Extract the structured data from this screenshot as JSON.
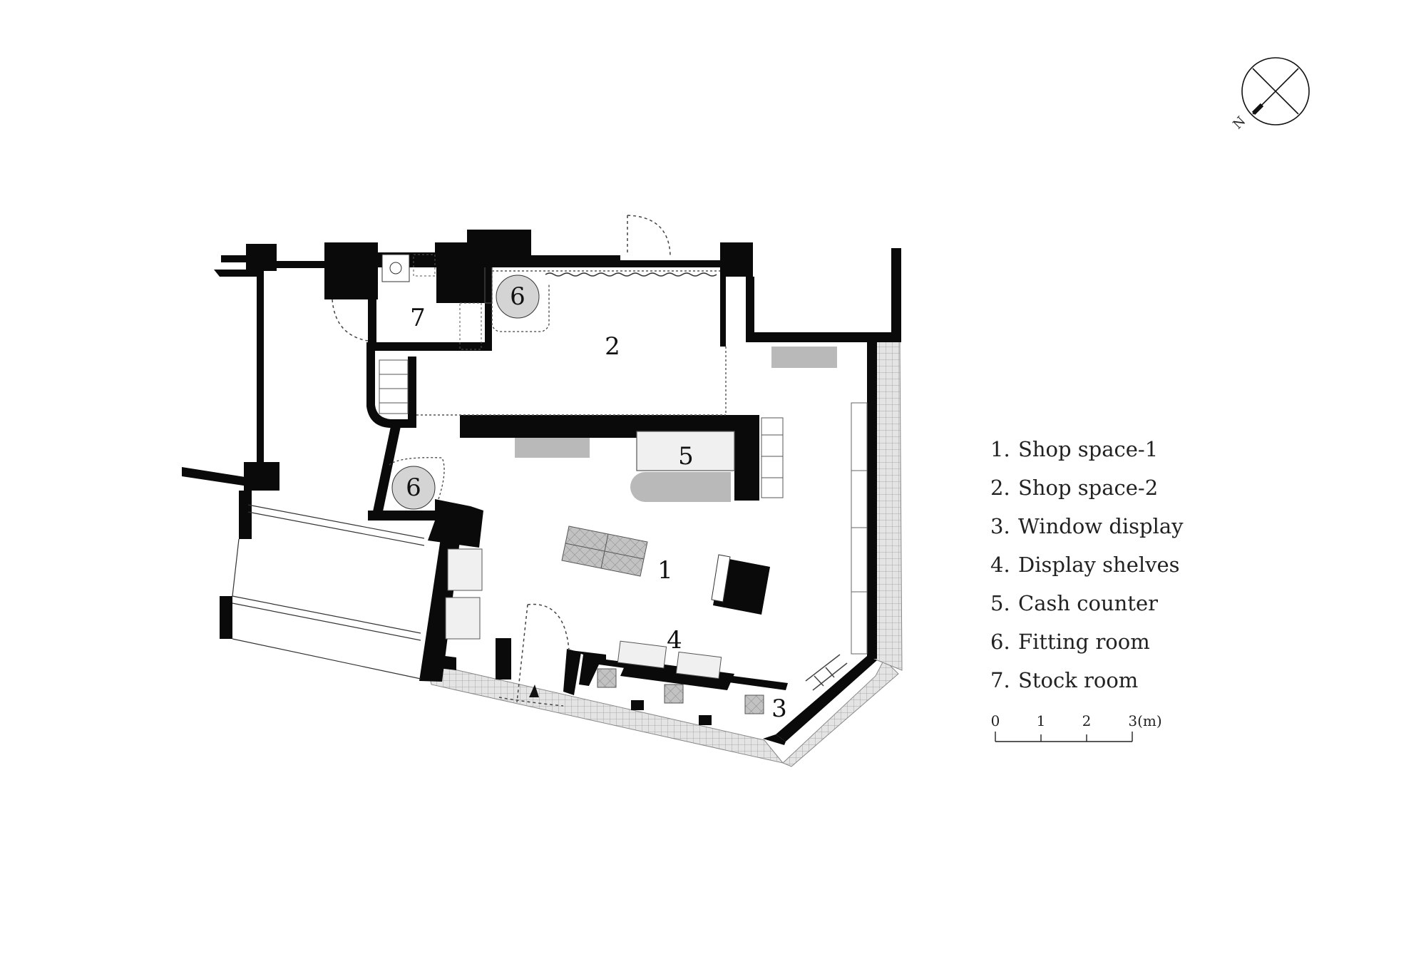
{
  "colors": {
    "wall": "#0a0a0a",
    "furniture": "#b9b9b9",
    "paving": "#dedede",
    "circle": "#d4d4d4",
    "line": "#333333"
  },
  "compass": {
    "north_letter": "N"
  },
  "room_numbers": {
    "r1": "1",
    "r2": "2",
    "r3": "3",
    "r4": "4",
    "r5": "5",
    "r6a": "6",
    "r6b": "6",
    "r7": "7"
  },
  "legend": {
    "items": [
      {
        "num": "1.",
        "label": "Shop space-1"
      },
      {
        "num": "2.",
        "label": "Shop space-2"
      },
      {
        "num": "3.",
        "label": "Window display"
      },
      {
        "num": "4.",
        "label": "Display shelves"
      },
      {
        "num": "5.",
        "label": "Cash counter"
      },
      {
        "num": "6.",
        "label": "Fitting room"
      },
      {
        "num": "7.",
        "label": "Stock room"
      }
    ]
  },
  "scale_bar": {
    "ticks": [
      "0",
      "1",
      "2",
      "3(m)"
    ]
  }
}
